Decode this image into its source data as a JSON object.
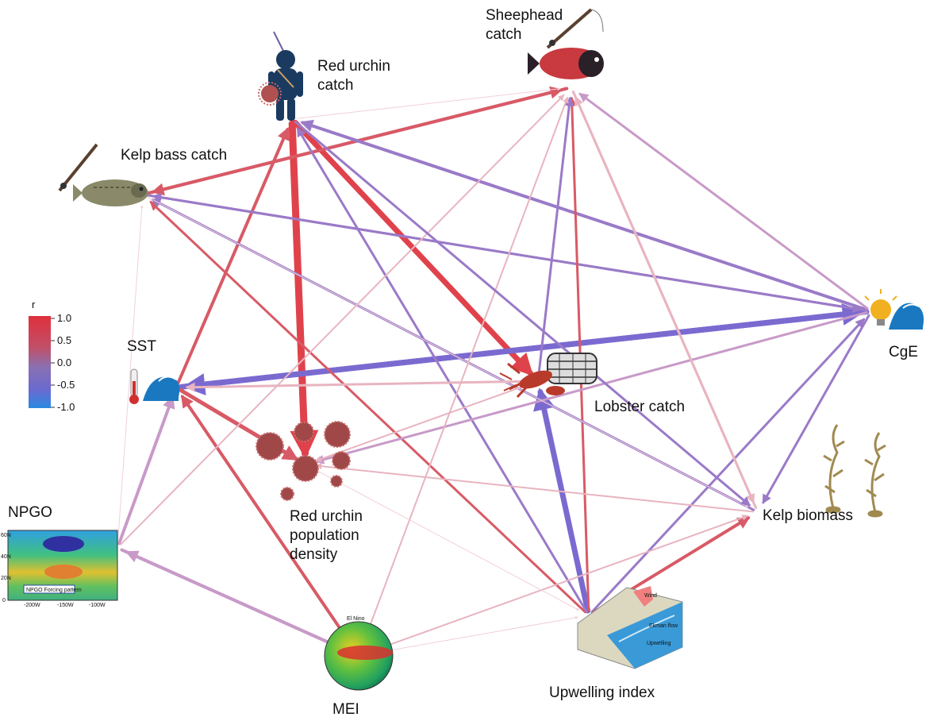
{
  "nodes": {
    "sheephead": {
      "label": "Sheephead catch",
      "lines": [
        "Sheephead",
        "catch"
      ]
    },
    "red_urchin_catch": {
      "label": "Red urchin catch",
      "lines": [
        "Red urchin",
        "catch"
      ]
    },
    "kelp_bass": {
      "label": "Kelp bass catch",
      "lines": [
        "Kelp bass catch"
      ]
    },
    "sst": {
      "label": "SST",
      "lines": [
        "SST"
      ]
    },
    "cge": {
      "label": "CgE",
      "lines": [
        "CgE"
      ]
    },
    "lobster": {
      "label": "Lobster catch",
      "lines": [
        "Lobster catch"
      ]
    },
    "urchin_density": {
      "label": "Red urchin population density",
      "lines": [
        "Red urchin",
        "population",
        "density"
      ]
    },
    "kelp_biomass": {
      "label": "Kelp biomass",
      "lines": [
        "Kelp biomass"
      ]
    },
    "npgo": {
      "label": "NPGO",
      "lines": [
        "NPGO"
      ]
    },
    "mei": {
      "label": "MEI",
      "lines": [
        "MEI"
      ]
    },
    "upwelling": {
      "label": "Upwelling  index",
      "lines": [
        "Upwelling  index"
      ]
    }
  },
  "colorbar": {
    "title": "r",
    "ticks": [
      "1.0",
      "0.5",
      "0.0",
      "-0.5",
      "-1.0"
    ],
    "stops": [
      "#e0303c",
      "#c0506a",
      "#8a70b0",
      "#6a6ad0",
      "#2a8ae0"
    ]
  },
  "icons": {
    "npgo_map": {
      "inset_label": "NPGO Forcing pattern",
      "lat_ticks": [
        "60N",
        "40N",
        "20N",
        "0"
      ],
      "lon_ticks": [
        "-200W",
        "-150W",
        "-100W"
      ]
    },
    "mei_globe": {
      "label": "El Nino"
    },
    "upwelling_block": {
      "labels": [
        "Wind",
        "Ekman flow",
        "Upwelling"
      ]
    }
  },
  "edge_colors": {
    "strong_pos": "#e0424c",
    "pos": "#d85a66",
    "weak_pos": "#e8b4c0",
    "faint_pos": "#f0d0d8",
    "mid": "#c89ac8",
    "neg": "#9a7ac8",
    "strong_neg": "#7a6ad0"
  },
  "edges": [
    {
      "from": "red_urchin_catch",
      "to": "urchin_density",
      "strength": "strong_pos",
      "width": 9
    },
    {
      "from": "red_urchin_catch",
      "to": "lobster",
      "strength": "strong_pos",
      "width": 7
    },
    {
      "from": "cge",
      "to": "sst",
      "strength": "strong_neg",
      "width": 7
    },
    {
      "from": "sst",
      "to": "cge",
      "strength": "strong_neg",
      "width": 7
    },
    {
      "from": "upwelling",
      "to": "lobster",
      "strength": "strong_neg",
      "width": 7
    },
    {
      "from": "sst",
      "to": "red_urchin_catch",
      "strength": "pos",
      "width": 4
    },
    {
      "from": "sheephead",
      "to": "kelp_bass",
      "strength": "pos",
      "width": 4
    },
    {
      "from": "kelp_bass",
      "to": "sheephead",
      "strength": "pos",
      "width": 4
    },
    {
      "from": "cge",
      "to": "red_urchin_catch",
      "strength": "neg",
      "width": 4
    },
    {
      "from": "cge",
      "to": "kelp_bass",
      "strength": "neg",
      "width": 3
    },
    {
      "from": "kelp_bass",
      "to": "cge",
      "strength": "neg",
      "width": 3
    },
    {
      "from": "cge",
      "to": "sheephead",
      "strength": "mid",
      "width": 3
    },
    {
      "from": "sst",
      "to": "urchin_density",
      "strength": "pos",
      "width": 5
    },
    {
      "from": "mei",
      "to": "sst",
      "strength": "pos",
      "width": 4
    },
    {
      "from": "npgo",
      "to": "sst",
      "strength": "mid",
      "width": 4
    },
    {
      "from": "npgo",
      "to": "mei",
      "strength": "mid",
      "width": 4
    },
    {
      "from": "mei",
      "to": "npgo",
      "strength": "mid",
      "width": 4
    },
    {
      "from": "upwelling",
      "to": "kelp_bass",
      "strength": "pos",
      "width": 3
    },
    {
      "from": "upwelling",
      "to": "red_urchin_catch",
      "strength": "neg",
      "width": 3
    },
    {
      "from": "upwelling",
      "to": "sheephead",
      "strength": "pos",
      "width": 3
    },
    {
      "from": "upwelling",
      "to": "cge",
      "strength": "neg",
      "width": 3
    },
    {
      "from": "upwelling",
      "to": "kelp_biomass",
      "strength": "pos",
      "width": 4
    },
    {
      "from": "kelp_biomass",
      "to": "sheephead",
      "strength": "weak_pos",
      "width": 3
    },
    {
      "from": "kelp_biomass",
      "to": "kelp_bass",
      "strength": "neg",
      "width": 3
    },
    {
      "from": "kelp_biomass",
      "to": "urchin_density",
      "strength": "weak_pos",
      "width": 2
    },
    {
      "from": "cge",
      "to": "kelp_biomass",
      "strength": "neg",
      "width": 3
    },
    {
      "from": "cge",
      "to": "urchin_density",
      "strength": "mid",
      "width": 3
    },
    {
      "from": "lobster",
      "to": "sst",
      "strength": "weak_pos",
      "width": 3
    },
    {
      "from": "lobster",
      "to": "urchin_density",
      "strength": "weak_pos",
      "width": 2
    },
    {
      "from": "lobster",
      "to": "sheephead",
      "strength": "neg",
      "width": 3
    },
    {
      "from": "mei",
      "to": "sheephead",
      "strength": "weak_pos",
      "width": 2
    },
    {
      "from": "mei",
      "to": "kelp_biomass",
      "strength": "weak_pos",
      "width": 2
    },
    {
      "from": "mei",
      "to": "upwelling",
      "strength": "faint_pos",
      "width": 1
    },
    {
      "from": "npgo",
      "to": "kelp_bass",
      "strength": "faint_pos",
      "width": 1
    },
    {
      "from": "npgo",
      "to": "sheephead",
      "strength": "weak_pos",
      "width": 2
    },
    {
      "from": "sheephead",
      "to": "kelp_biomass",
      "strength": "weak_pos",
      "width": 3
    },
    {
      "from": "red_urchin_catch",
      "to": "sheephead",
      "strength": "faint_pos",
      "width": 1
    },
    {
      "from": "kelp_bass",
      "to": "kelp_biomass",
      "strength": "faint_pos",
      "width": 1
    },
    {
      "from": "urchin_density",
      "to": "upwelling",
      "strength": "faint_pos",
      "width": 1
    },
    {
      "from": "red_urchin_catch",
      "to": "kelp_biomass",
      "strength": "neg",
      "width": 3
    }
  ]
}
